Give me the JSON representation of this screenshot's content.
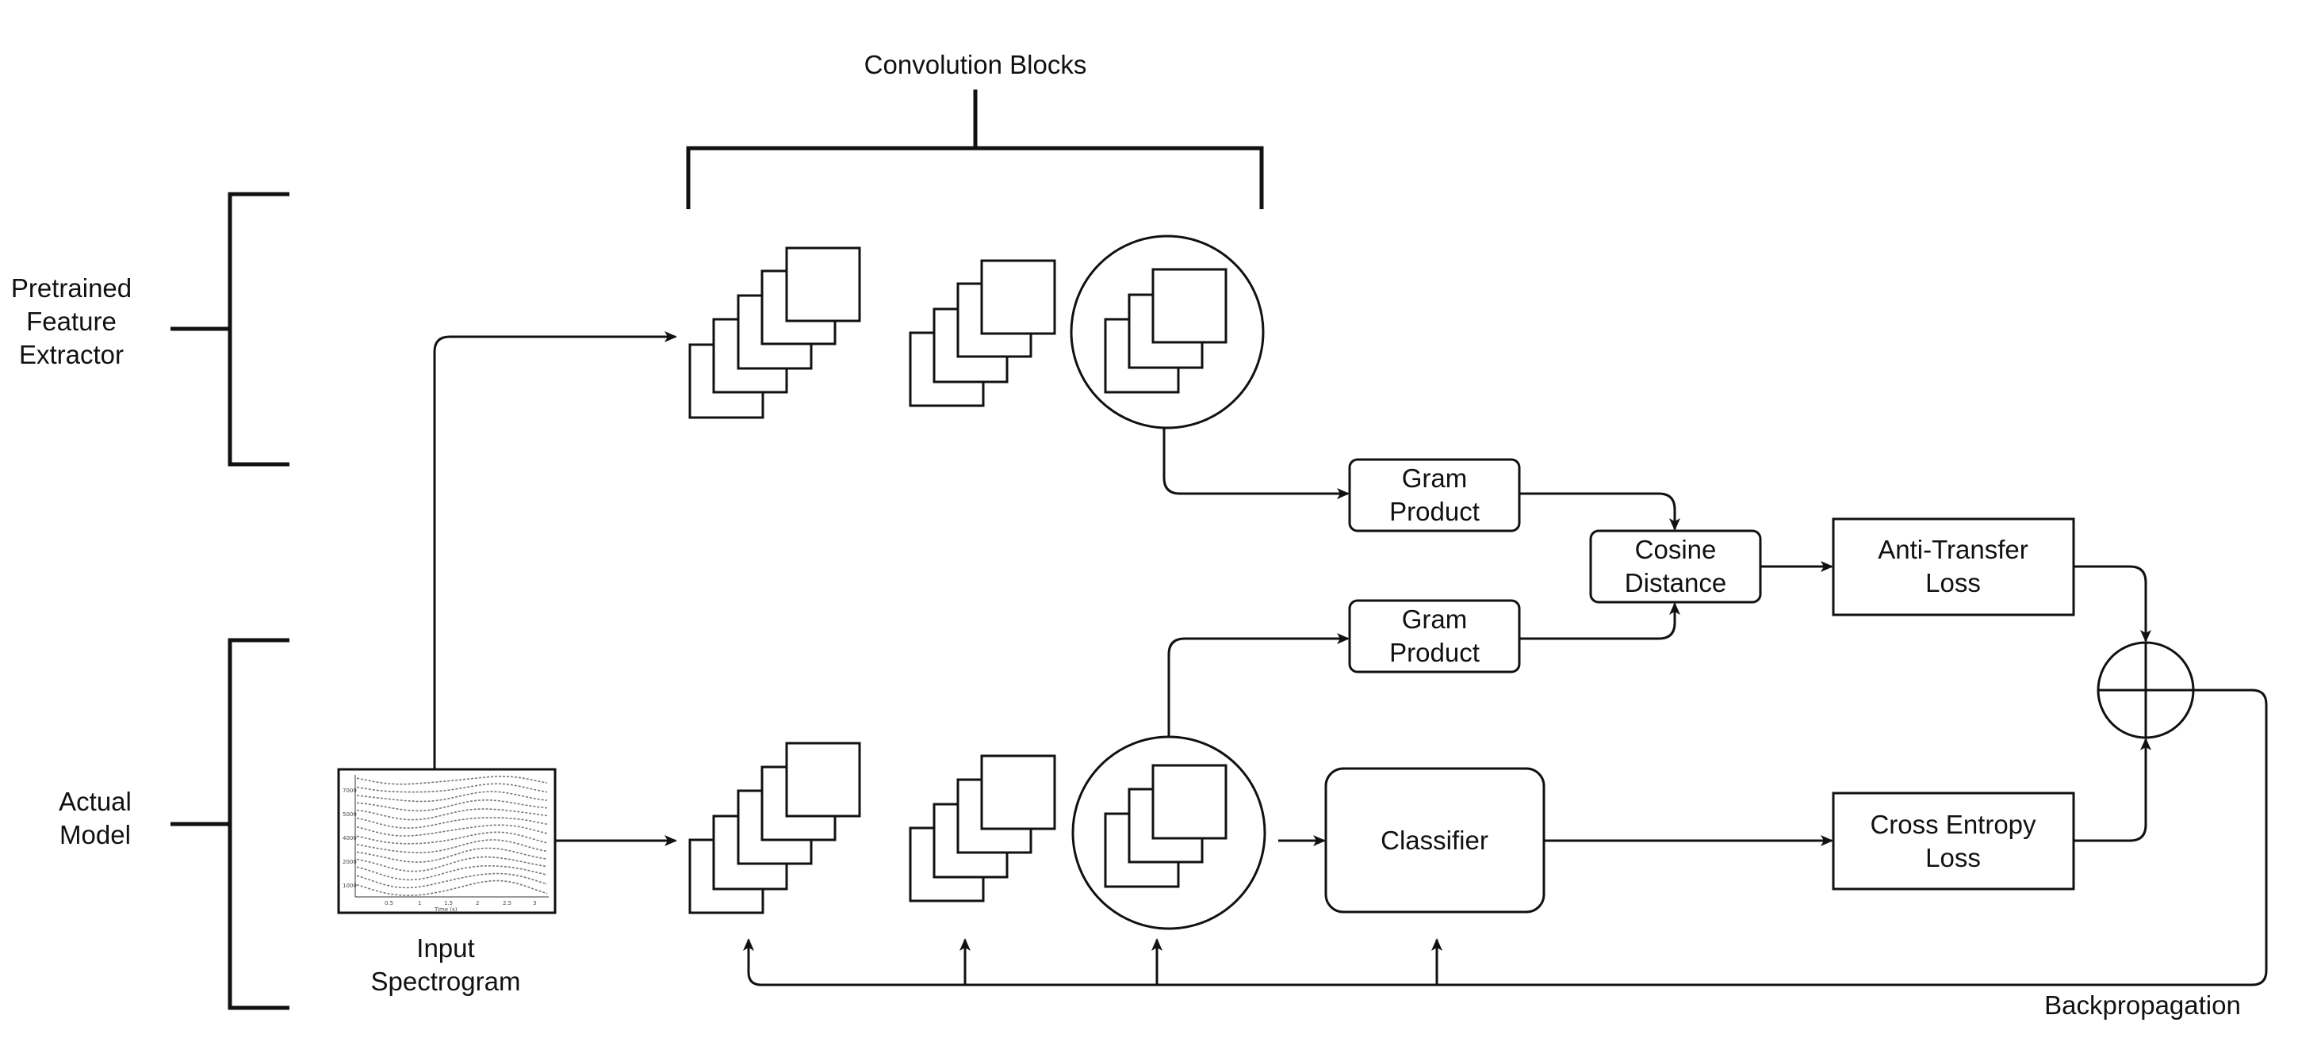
{
  "labels": {
    "convolution_blocks": "Convolution Blocks",
    "pretrained_feature_extractor": "Pretrained\nFeature\nExtractor",
    "actual_model": "Actual\nModel",
    "input_spectrogram": "Input\nSpectrogram",
    "gram_product_top": "Gram\nProduct",
    "gram_product_bottom": "Gram\nProduct",
    "cosine_distance": "Cosine\nDistance",
    "anti_transfer_loss": "Anti-Transfer\nLoss",
    "classifier": "Classifier",
    "cross_entropy_loss": "Cross Entropy\nLoss",
    "backpropagation": "Backpropagation"
  },
  "icons": {
    "sum_node": "circle-plus-icon",
    "spectrogram": "spectrogram-thumbnail"
  }
}
